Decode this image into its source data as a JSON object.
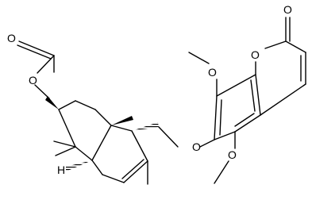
{
  "colors": {
    "background": "#ffffff",
    "ink": "#000000"
  },
  "atoms": {
    "ester_carbonyl_o": "O",
    "ester_o": "O",
    "lactone_carbonyl_o": "O",
    "lactone_ring_o": "O",
    "methoxy_8_o": "O",
    "ether_link_o": "O",
    "methoxy_6_o": "O",
    "stereo_h": "H"
  }
}
